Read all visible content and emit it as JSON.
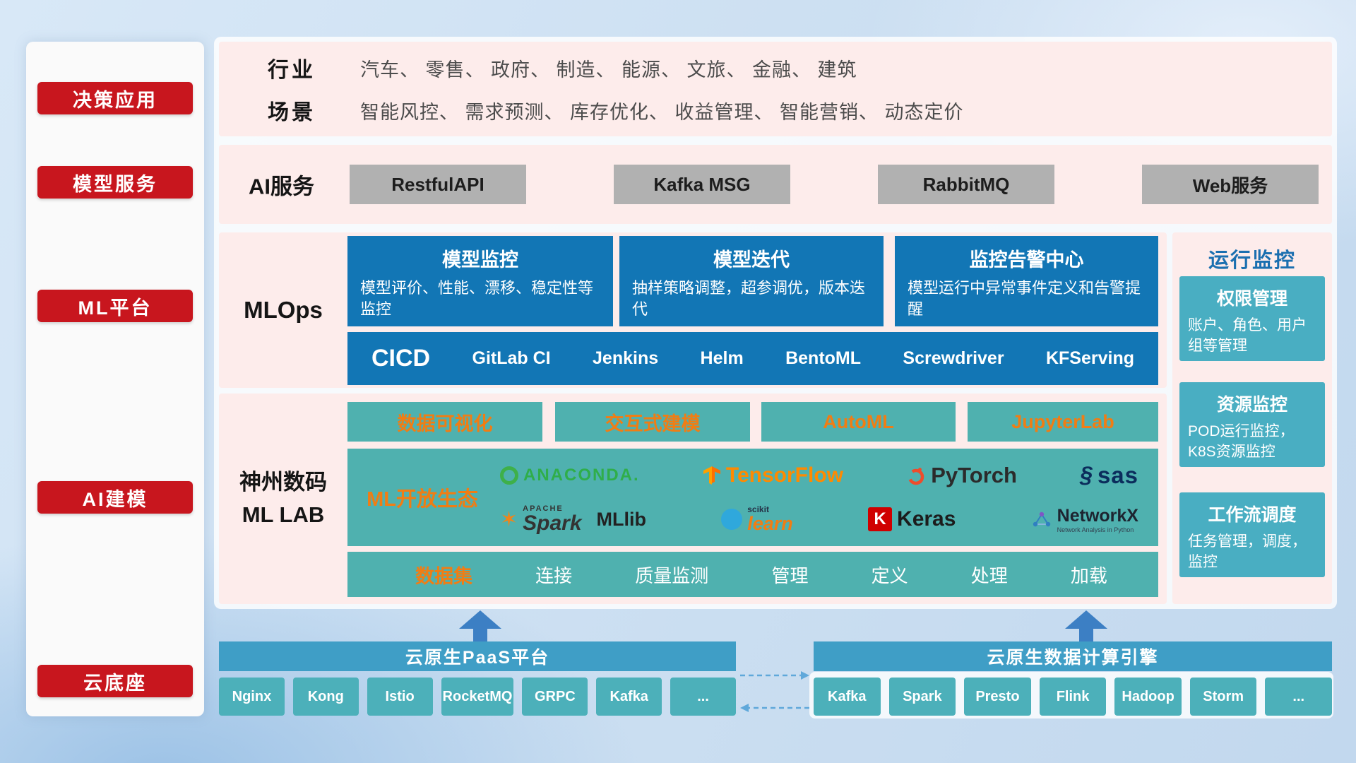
{
  "sidebar": {
    "items": [
      "决策应用",
      "模型服务",
      "ML平台",
      "AI建模",
      "云底座"
    ]
  },
  "apps_row": {
    "industry_label": "行业",
    "industry_items": "汽车、 零售、 政府、 制造、 能源、 文旅、 金融、 建筑",
    "scene_label": "场景",
    "scene_items": "智能风控、 需求预测、 库存优化、 收益管理、 智能营销、 动态定价"
  },
  "service_row": {
    "label": "AI服务",
    "services": [
      "RestfulAPI",
      "Kafka MSG",
      "RabbitMQ",
      "Web服务"
    ]
  },
  "mlops": {
    "label": "MLOps",
    "cards": [
      {
        "title": "模型监控",
        "desc": "模型评价、性能、漂移、稳定性等监控"
      },
      {
        "title": "模型迭代",
        "desc": "抽样策略调整，超参调优，版本迭代"
      },
      {
        "title": "监控告警中心",
        "desc": "模型运行中异常事件定义和告警提醒"
      }
    ],
    "cicd_label": "CICD",
    "cicd_tools": [
      "GitLab CI",
      "Jenkins",
      "Helm",
      "BentoML",
      "Screwdriver",
      "KFServing"
    ]
  },
  "mllab": {
    "label_line1": "神州数码",
    "label_line2": "ML LAB",
    "tools": [
      "数据可视化",
      "交互式建模",
      "AutoML",
      "JupyterLab"
    ],
    "ecosystem_label": "ML开放生态",
    "logos": {
      "anaconda": "ANACONDA.",
      "tensorflow": "TensorFlow",
      "pytorch": "PyTorch",
      "sas": "sas",
      "spark_apache": "APACHE",
      "spark": "Spark",
      "mllib": "MLlib",
      "sklearn_top": "scikit",
      "sklearn": "learn",
      "keras_k": "K",
      "keras": "Keras",
      "networkx": "NetworkX",
      "networkx_sub": "Network Analysis in Python"
    },
    "data_row": {
      "label": "数据集",
      "items": [
        "连接",
        "质量监测",
        "管理",
        "定义",
        "处理",
        "加载"
      ]
    }
  },
  "monitor": {
    "title": "运行监控",
    "cards": [
      {
        "title": "权限管理",
        "desc": "账户、角色、用户组等管理"
      },
      {
        "title": "资源监控",
        "desc": "POD运行监控，K8S资源监控"
      },
      {
        "title": "工作流调度",
        "desc": "任务管理，调度，监控"
      }
    ]
  },
  "cloud": {
    "paas_title": "云原生PaaS平台",
    "paas_items": [
      "Nginx",
      "Kong",
      "Istio",
      "RocketMQ",
      "GRPC",
      "Kafka",
      "..."
    ],
    "engine_title": "云原生数据计算引擎",
    "engine_items": [
      "Kafka",
      "Spark",
      "Presto",
      "Flink",
      "Hadoop",
      "Storm",
      "..."
    ]
  },
  "colors": {
    "red": "#c8161e",
    "pink": "#fdeceb",
    "blue": "#1276b5",
    "teal": "#4fb1af",
    "cyan": "#49aec2",
    "bar_blue": "#3f9ec6",
    "orange": "#f07d14"
  }
}
